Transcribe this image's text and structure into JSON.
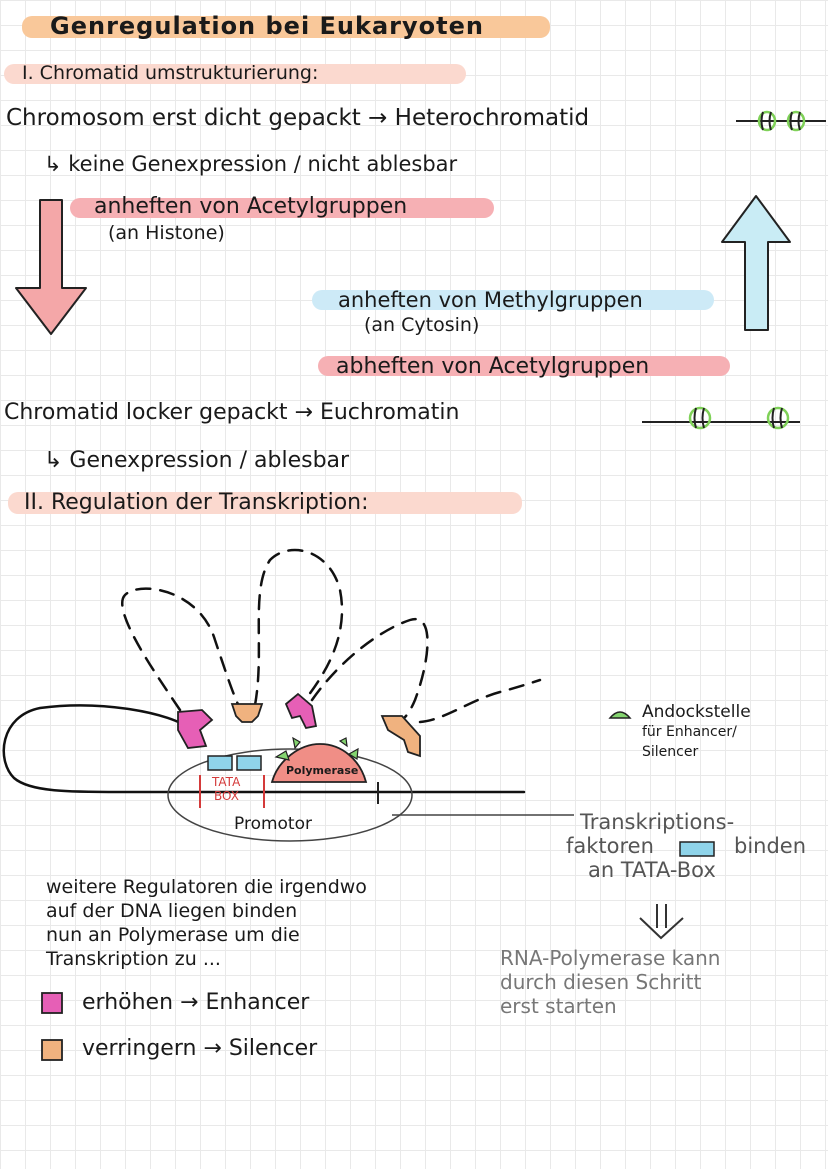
{
  "title": "Genregulation bei Eukaryoten",
  "section1": {
    "heading": "I. Chromatid umstrukturierung:",
    "line1": "Chromosom erst dicht gepackt → Heterochromatid",
    "line2": "↳ keine Genexpression / nicht ablesbar",
    "acetyl_attach": "anheften von Acetylgruppen",
    "acetyl_attach_sub": "(an Histone)",
    "methyl_attach": "anheften von Methylgruppen",
    "methyl_attach_sub": "(an Cytosin)",
    "acetyl_detach": "abheften von Acetylgruppen",
    "line3": "Chromatid locker gepackt → Euchromatin",
    "line4": "↳ Genexpression / ablesbar"
  },
  "section2": {
    "heading": "II. Regulation der Transkription:",
    "tata_box": [
      "TATA",
      "BOX"
    ],
    "polymerase": "Polymerase",
    "promotor": "Promotor",
    "docking_legend": [
      "Andockstelle",
      "für Enhancer/",
      "Silencer"
    ],
    "tf_note": [
      "Transkriptions-",
      "faktoren",
      "binden",
      "an TATA-Box"
    ],
    "implies": "⇓",
    "rna_note": [
      "RNA-Polymerase kann",
      "durch diesen Schritt",
      "erst starten"
    ],
    "regulators_note": [
      "weitere Regulatoren die irgendwo",
      "auf der DNA liegen binden",
      "nun an Polymerase um die",
      "Transkription zu ..."
    ],
    "enhancer_legend": "erhöhen → Enhancer",
    "silencer_legend": "verringern → Silencer"
  },
  "colors": {
    "title_highlight": "#f9c89a",
    "section_highlight": "#fbd9cf",
    "pink_highlight": "#f6b0b4",
    "blue_highlight": "#cdeaf7",
    "arrow_down": "#f4a7a8",
    "arrow_up": "#c9ecf5",
    "enhancer": "#e65fb6",
    "silencer": "#f0b27f",
    "polymerase": "#f08e86",
    "docking": "#84d46f",
    "tata": "#8fd4ea",
    "nucleosome_ring": "#7fd158",
    "red_line": "#d43a3a"
  }
}
